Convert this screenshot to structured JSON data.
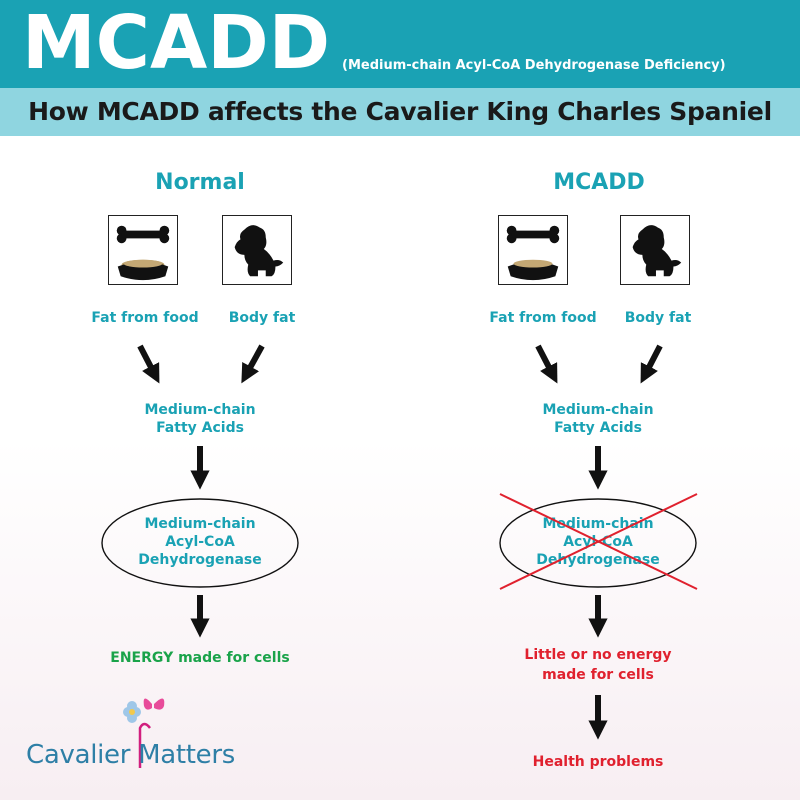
{
  "header": {
    "logo": "MCADD",
    "subtitle": "(Medium-chain Acyl-CoA Dehydrogenase Deficiency)",
    "title": "How MCADD affects the Cavalier King Charles Spaniel",
    "band_color": "#1aa2b4",
    "title_band_color": "#8fd5e0"
  },
  "normal": {
    "heading": "Normal",
    "icons": [
      "bone-food-bowl-icon",
      "dog-silhouette-icon"
    ],
    "source1": "Fat from food",
    "source2": "Body fat",
    "acids_line1": "Medium-chain",
    "acids_line2": "Fatty Acids",
    "enzyme_line1": "Medium-chain",
    "enzyme_line2": "Acyl-CoA",
    "enzyme_line3": "Dehydrogenase",
    "result": "ENERGY made for cells"
  },
  "mcadd": {
    "heading": "MCADD",
    "icons": [
      "bone-food-bowl-icon",
      "dog-silhouette-icon"
    ],
    "source1": "Fat from food",
    "source2": "Body fat",
    "acids_line1": "Medium-chain",
    "acids_line2": "Fatty Acids",
    "enzyme_line1": "Medium-chain",
    "enzyme_line2": "Acyl-CoA",
    "enzyme_line3": "Dehydrogenase",
    "result_line1": "Little or no energy",
    "result_line2": "made for cells",
    "outcome": "Health problems"
  },
  "brand": {
    "name": "Cavalier Matters",
    "icons": [
      "butterfly-icon",
      "flower-icon"
    ]
  },
  "colors": {
    "teal": "#1aa2b4",
    "green": "#1aa34a",
    "red": "#e0212e"
  }
}
